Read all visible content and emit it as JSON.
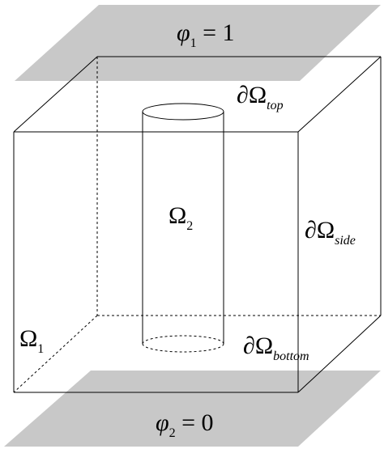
{
  "colors": {
    "plate_fill": "#c8c8c8",
    "line": "#000000",
    "background": "#ffffff"
  },
  "labels": {
    "top_plate": {
      "symbol": "φ",
      "subscript": "1",
      "rest": " = 1"
    },
    "bottom_plate": {
      "symbol": "φ",
      "subscript": "2",
      "rest": " = 0"
    },
    "boundary_top": {
      "symbol": "∂Ω",
      "subscript": "top"
    },
    "boundary_side": {
      "symbol": "∂Ω",
      "subscript": "side"
    },
    "boundary_bottom": {
      "symbol": "∂Ω",
      "subscript": "bottom"
    },
    "domain_inner": {
      "symbol": "Ω",
      "subscript": "2"
    },
    "domain_outer": {
      "symbol": "Ω",
      "subscript": "1"
    }
  }
}
